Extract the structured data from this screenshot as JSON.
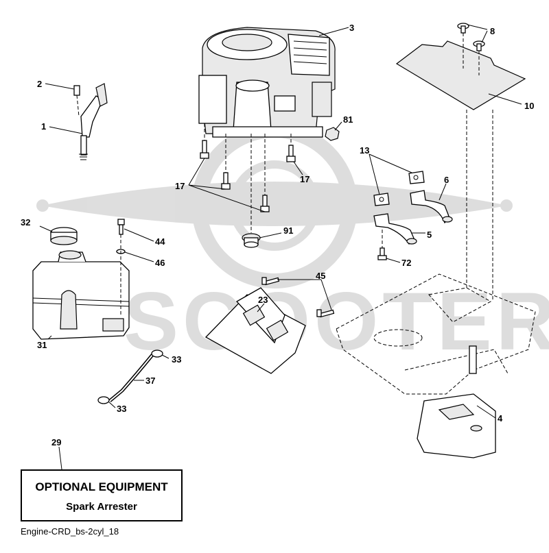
{
  "callouts": {
    "c1": "1",
    "c2": "2",
    "c3": "3",
    "c4": "4",
    "c5": "5",
    "c6": "6",
    "c8": "8",
    "c10": "10",
    "c13": "13",
    "c17a": "17",
    "c17b": "17",
    "c23": "23",
    "c29": "29",
    "c31": "31",
    "c32": "32",
    "c33a": "33",
    "c33b": "33",
    "c37": "37",
    "c44": "44",
    "c45": "45",
    "c46": "46",
    "c72": "72",
    "c81": "81",
    "c91": "91"
  },
  "optional_equipment": {
    "title": "OPTIONAL EQUIPMENT",
    "item": "Spark Arrester"
  },
  "watermark": "SCOOTER",
  "diagram_id": "Engine-CRD_bs-2cyl_18"
}
